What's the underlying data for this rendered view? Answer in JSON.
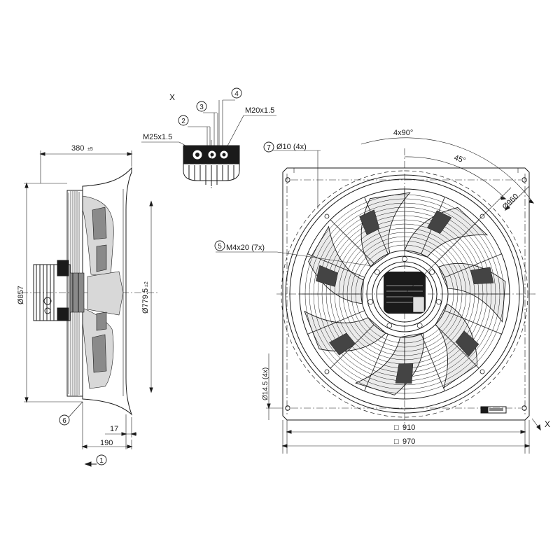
{
  "labels": {
    "view_x": "X",
    "m25": "M25x1.5",
    "m20": "M20x1.5",
    "dim_380": "380",
    "dim_380_tol": "±5",
    "dim_857": "Ø857",
    "dim_779": "Ø779.5",
    "dim_779_tol": "±2",
    "dim_17": "17",
    "dim_190": "190",
    "hole_10": "Ø10 (4x)",
    "screw": "M4x20 (7x)",
    "hole_14": "Ø14.5 (4x)",
    "angle_4x90": "4x90°",
    "angle_45": "45°",
    "dim_960": "Ø960",
    "dim_910": "910",
    "dim_970": "970",
    "square_symbol": "□",
    "view_x_right": "X"
  },
  "callouts": [
    "1",
    "2",
    "3",
    "4",
    "5",
    "6",
    "7"
  ]
}
